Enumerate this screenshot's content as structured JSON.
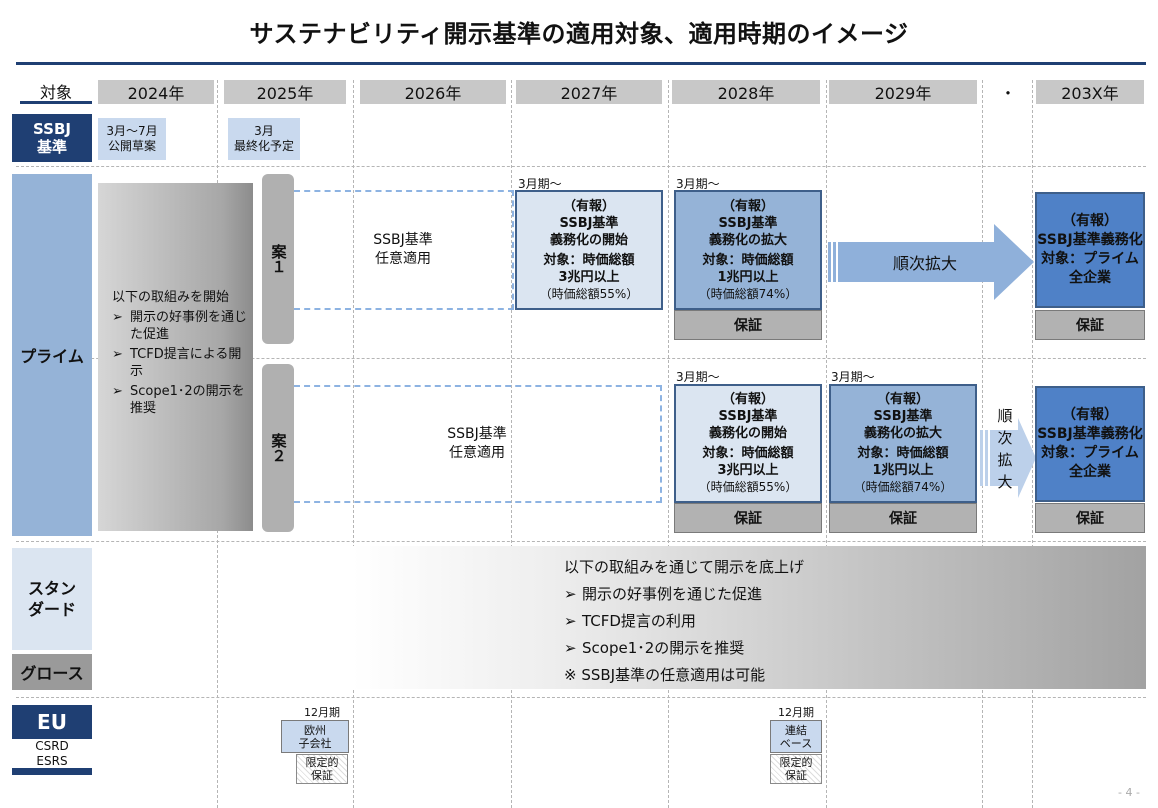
{
  "title": "サステナビリティ開示基準の適用対象、適用時期のイメージ",
  "header": {
    "target_label": "対象",
    "years": [
      "2024年",
      "2025年",
      "2026年",
      "2027年",
      "2028年",
      "2029年",
      "・",
      "203X年"
    ]
  },
  "ssbj_row": {
    "label_line1": "SSBJ",
    "label_line2": "基準",
    "draft_line1": "3月～7月",
    "draft_line2": "公開草案",
    "final_line1": "3月",
    "final_line2": "最終化予定"
  },
  "prime": {
    "label": "プライム",
    "intro": "以下の取組みを開始",
    "bullet_mark": "➢",
    "bullets": [
      "開示の好事例を通じた促進",
      "TCFD提言による開示",
      "Scope1･2の開示を推奨"
    ],
    "case1_tab": "案１",
    "case2_tab": "案２",
    "optional_line1": "SSBJ基準",
    "optional_line2": "任意適用",
    "period_label": "3月期～",
    "yuho": "（有報）",
    "ssbj": "SSBJ基準",
    "mandate_start": "義務化の開始",
    "mandate_expand": "義務化の拡大",
    "target_mcap": "対象：時価総額",
    "over_3t": "3兆円以上",
    "over_1t": "1兆円以上",
    "mcap_55": "（時価総額55%）",
    "mcap_74": "（時価総額74%）",
    "assurance": "保証",
    "sequential": "順次拡大",
    "sequential_v": [
      "順",
      "次",
      "拡",
      "大"
    ],
    "final_ssbj_mandate": "SSBJ基準義務化",
    "final_target": "対象：プライム",
    "final_all": "全企業"
  },
  "standard": {
    "label_line1": "スタン",
    "label_line2": "ダード",
    "growth_label": "グロース",
    "intro": "以下の取組みを通じて開示を底上げ",
    "bullet_mark": "➢",
    "bullets": [
      "開示の好事例を通じた促進",
      "TCFD提言の利用",
      "Scope1･2の開示を推奨"
    ],
    "note": "※ SSBJ基準の任意適用は可能"
  },
  "eu": {
    "label": "EU",
    "sub_line1": "CSRD",
    "sub_line2": "ESRS",
    "p1_period": "12月期",
    "p1_line1": "欧州",
    "p1_line2": "子会社",
    "p2_period": "12月期",
    "p2_line1": "連結",
    "p2_line2": "ベース",
    "limited_line1": "限定的",
    "limited_line2": "保証"
  },
  "page_number": "- 4 -",
  "colors": {
    "navy": "#1f3f73",
    "light_blue": "#dbe5f1",
    "mid_blue": "#95b3d7",
    "dark_blue": "#4f81c7",
    "gray": "#b2b2b2"
  }
}
